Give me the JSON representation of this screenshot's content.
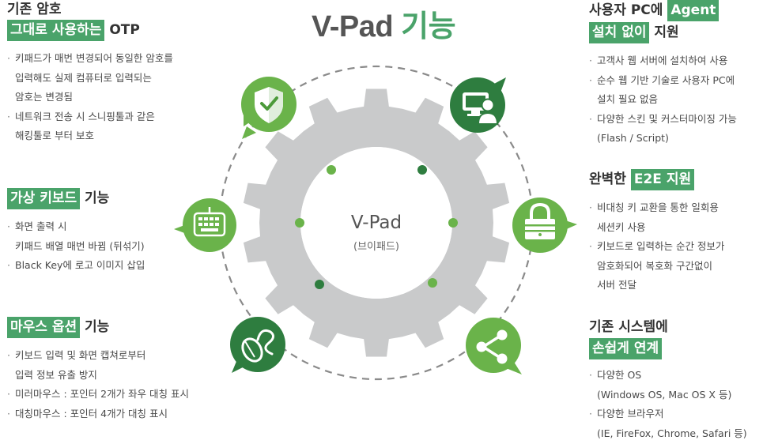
{
  "title": {
    "part1": "V-Pad",
    "part2": "기능"
  },
  "center": {
    "title": "V-Pad",
    "subtitle": "(브이패드)"
  },
  "colors": {
    "green_light": "#6ab34a",
    "green_dark": "#2e7d3f",
    "green_title": "#4aa36a",
    "gear": "#c9cacb"
  },
  "left_features": [
    {
      "heading_pre": "기존 암호",
      "heading_hl": "그대로 사용하는",
      "heading_post": "OTP",
      "bullets": [
        [
          "키패드가 매번 변경되어 동일한 암호를",
          "입력해도 실제 컴퓨터로 입력되는",
          "암호는 변경됨"
        ],
        [
          "네트워크 전송 시 스니핑툴과 같은",
          "해킹툴로 부터 보호"
        ]
      ],
      "icon": "shield-icon"
    },
    {
      "heading_hl": "가상 키보드",
      "heading_post": "기능",
      "bullets": [
        [
          "화면 출력 시",
          "키패드 배열 매번 바뀜 (뒤섞기)"
        ],
        [
          "Black Key에 로고 이미지 삽입"
        ]
      ],
      "icon": "keyboard-icon"
    },
    {
      "heading_hl": "마우스 옵션",
      "heading_post": "기능",
      "bullets": [
        [
          "키보드 입력 및 화면 캡쳐로부터",
          "입력 정보 유출 방지"
        ],
        [
          "미러마우스 : 포인터 2개가 좌우 대칭 표시"
        ],
        [
          "대칭마우스 : 포인터 4개가 대칭 표시"
        ]
      ],
      "icon": "mouse-icon"
    }
  ],
  "right_features": [
    {
      "heading_pre": "사용자 PC에",
      "heading_hl1": "Agent",
      "heading_hl2": "설치 없이",
      "heading_post": "지원",
      "bullets": [
        [
          "고객사 웹 서버에 설치하여 사용"
        ],
        [
          "순수 웹 기반 기술로 사용자 PC에",
          "설치 필요 없음"
        ],
        [
          "다양한 스킨 및 커스터마이징 가능",
          "(Flash / Script)"
        ]
      ],
      "icon": "computer-user-icon"
    },
    {
      "heading_pre": "완벽한",
      "heading_hl": "E2E 지원",
      "bullets": [
        [
          "비대칭 키 교환을 통한 일회용",
          "세션키 사용"
        ],
        [
          "키보드로 입력하는 순간 정보가",
          "암호화되어 복호화 구간없이",
          "서버 전달"
        ]
      ],
      "icon": "lock-icon"
    },
    {
      "heading_pre": "기존 시스템에",
      "heading_hl": "손쉽게 연계",
      "bullets": [
        [
          "다양한 OS",
          "(Windows OS, Mac OS X 등)"
        ],
        [
          "다양한 브라우저",
          "(IE, FireFox, Chrome, Safari 등)"
        ]
      ],
      "icon": "share-icon"
    }
  ]
}
